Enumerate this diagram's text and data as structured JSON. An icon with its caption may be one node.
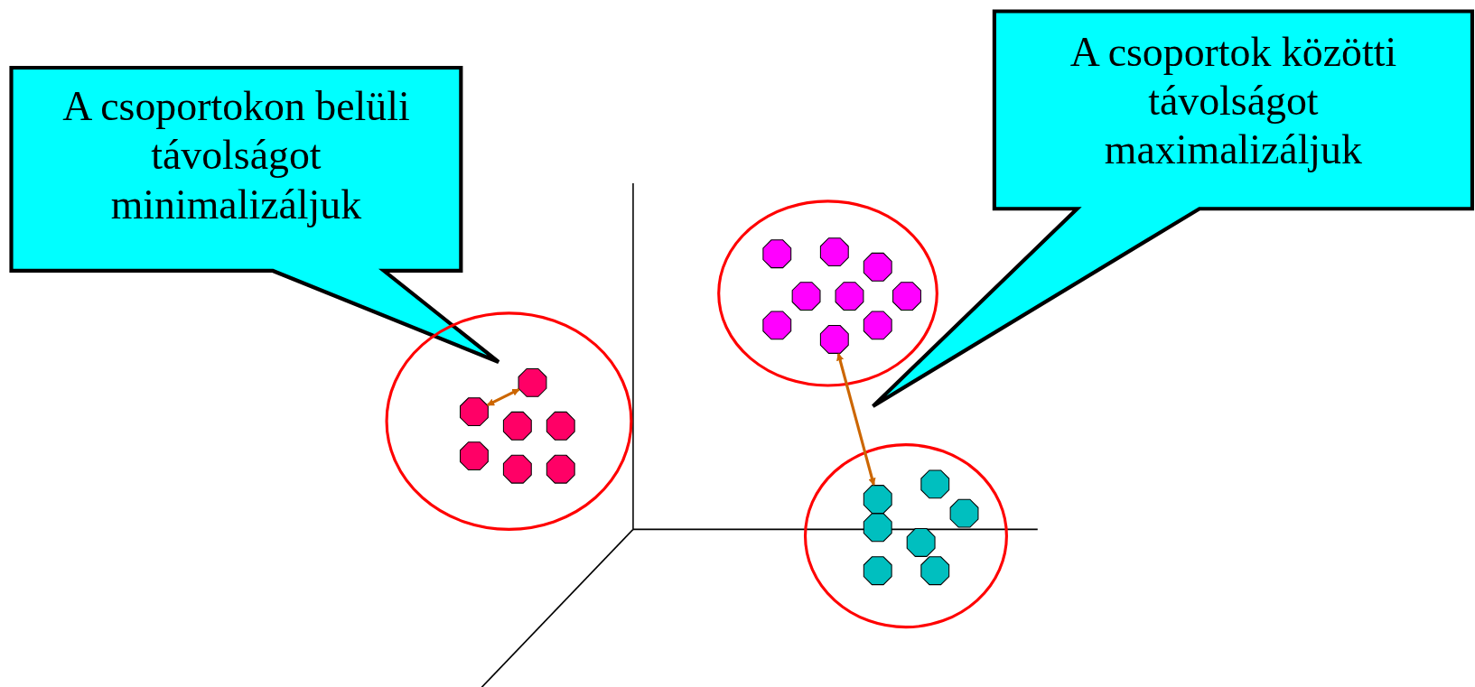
{
  "diagram": {
    "nodes": [
      {
        "text": [
          "A csoportokon belüli távolságot minimalizáljuk"
        ]
      },
      {
        "text": [
          "A csoportok közötti távolságot maximalizáljuk"
        ]
      },
      {
        "text": [],
        "shape": "ellipse"
      },
      {
        "text": [],
        "shape": "octagon",
        "in": 2
      },
      {
        "text": [],
        "shape": "octagon",
        "in": 2
      },
      {
        "text": [],
        "shape": "octagon",
        "in": 2
      },
      {
        "text": [],
        "shape": "octagon",
        "in": 2
      },
      {
        "text": [],
        "shape": "octagon",
        "in": 2
      },
      {
        "text": [],
        "shape": "octagon",
        "in": 2
      },
      {
        "text": [],
        "shape": "octagon",
        "in": 2
      },
      {
        "text": [],
        "shape": "ellipse"
      },
      {
        "text": [],
        "shape": "octagon",
        "in": 10
      },
      {
        "text": [],
        "shape": "octagon",
        "in": 10
      },
      {
        "text": [],
        "shape": "octagon",
        "in": 10
      },
      {
        "text": [],
        "shape": "octagon",
        "in": 10
      },
      {
        "text": [],
        "shape": "octagon",
        "in": 10
      },
      {
        "text": [],
        "shape": "octagon",
        "in": 10
      },
      {
        "text": [],
        "shape": "octagon",
        "in": 10
      },
      {
        "text": [],
        "shape": "octagon",
        "in": 10
      },
      {
        "text": [],
        "shape": "octagon",
        "in": 10
      },
      {
        "text": [],
        "shape": "ellipse"
      },
      {
        "text": [],
        "shape": "octagon",
        "in": 20
      },
      {
        "text": [],
        "shape": "octagon",
        "in": 20
      },
      {
        "text": [],
        "shape": "octagon",
        "in": 20
      },
      {
        "text": [],
        "shape": "octagon",
        "in": 20
      },
      {
        "text": [],
        "shape": "octagon",
        "in": 20
      },
      {
        "text": [],
        "shape": "octagon",
        "in": 20
      },
      {
        "text": [],
        "shape": "octagon",
        "in": 20
      }
    ],
    "edges": [
      {
        "from": 4,
        "to": 3,
        "arrow": "both",
        "color": "#cc6600"
      },
      {
        "from": 19,
        "to": 21,
        "arrow": "both",
        "color": "#cc6600"
      }
    ]
  }
}
